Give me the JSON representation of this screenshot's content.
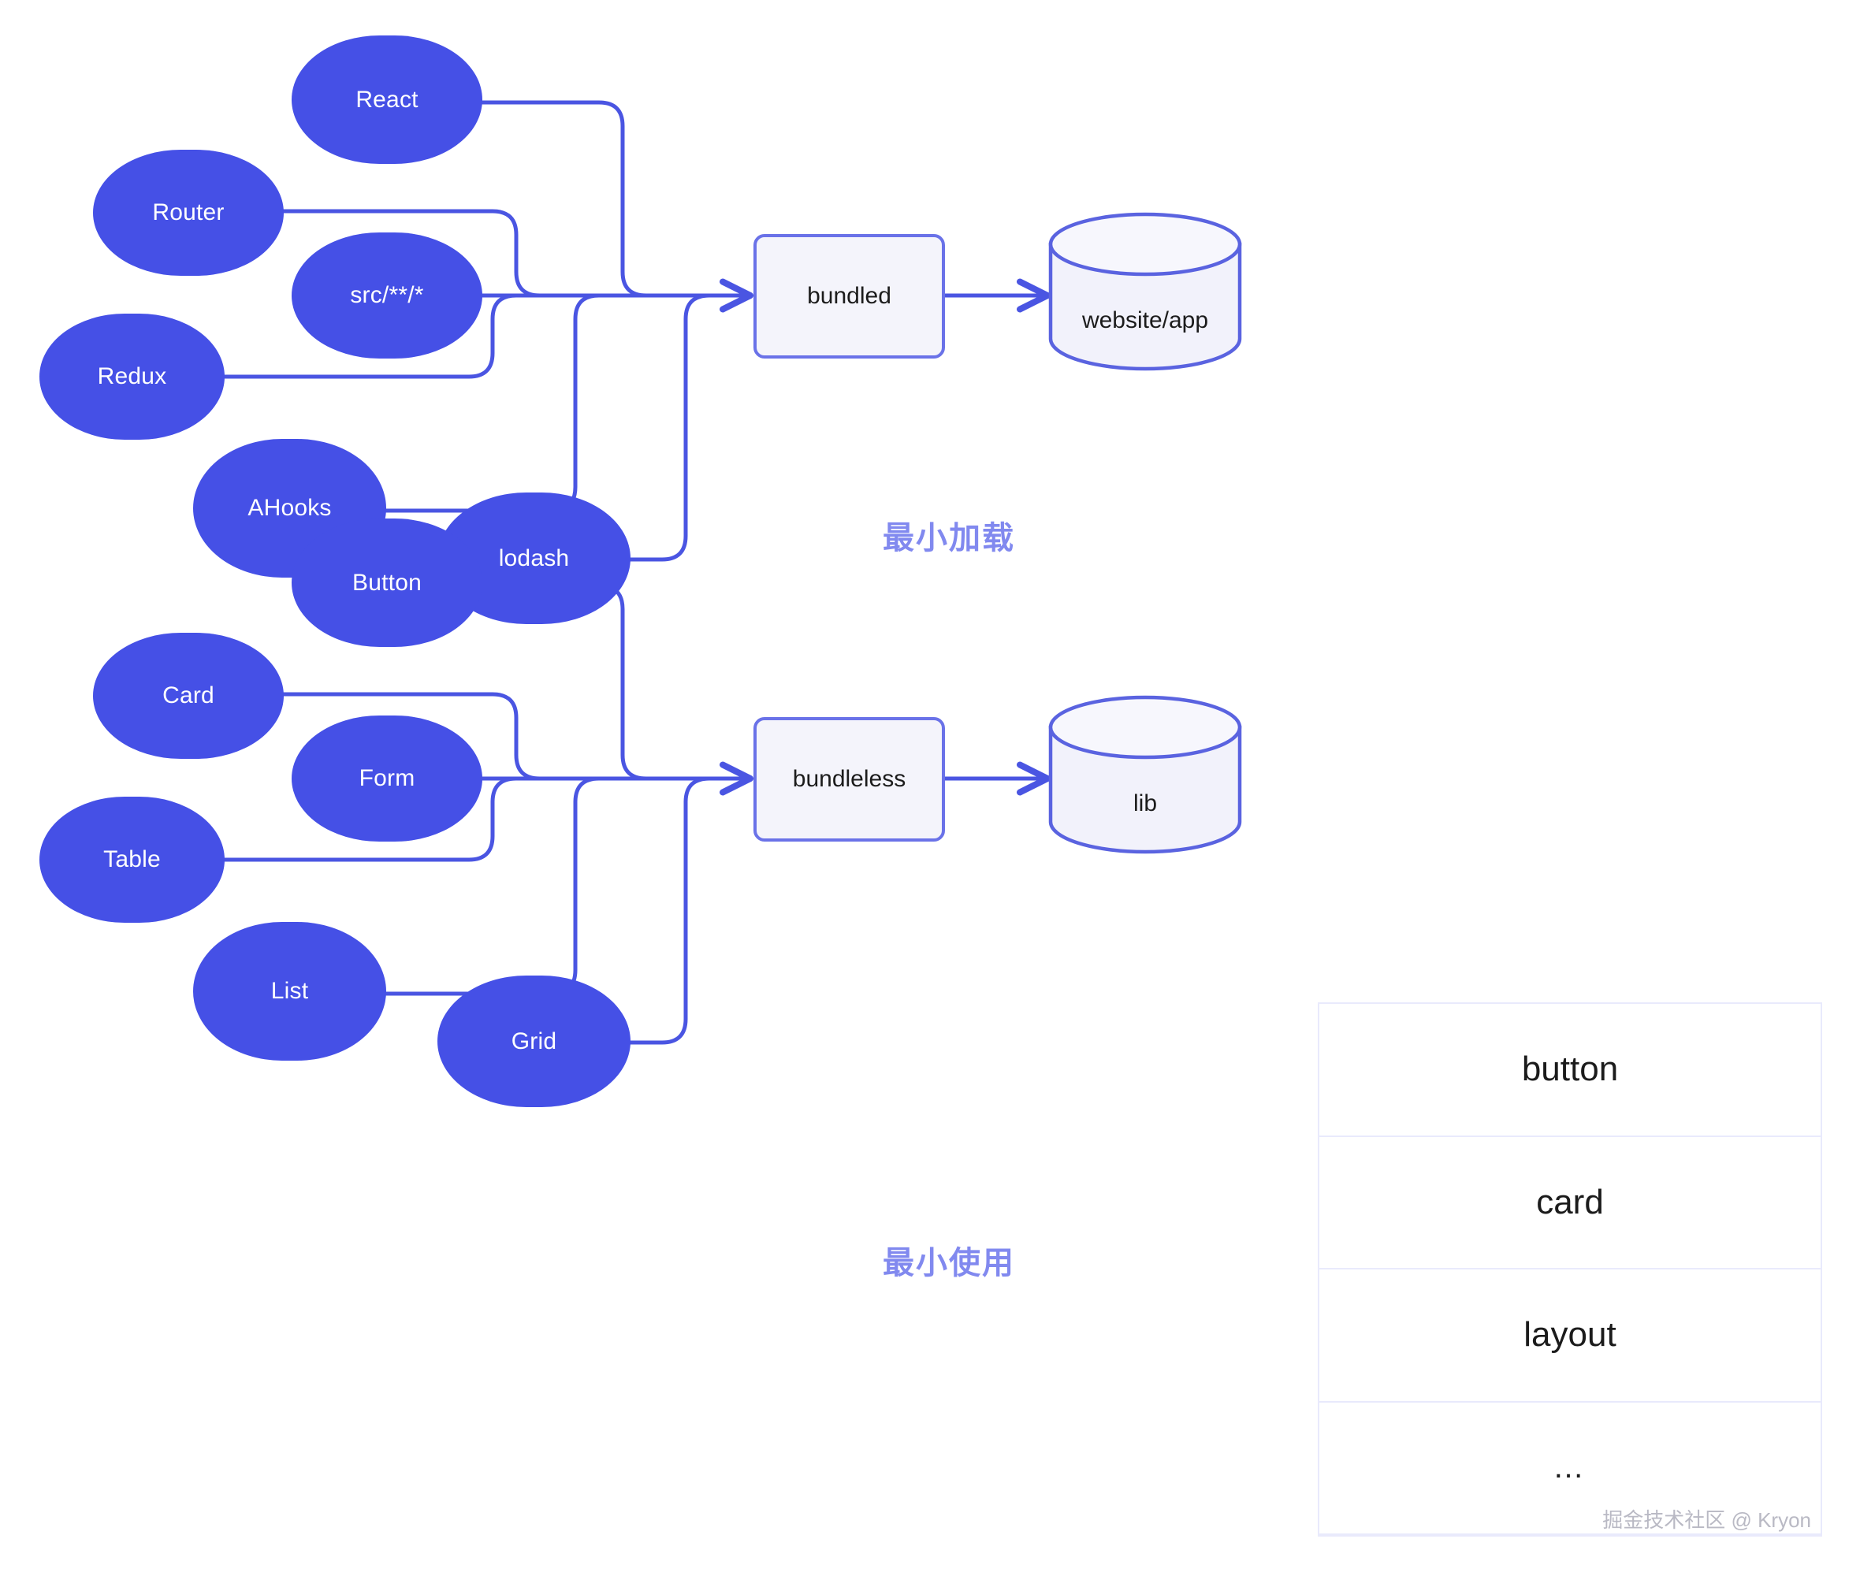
{
  "diagram": {
    "title": "bundled vs bundleless module loading diagram",
    "colors": {
      "node_fill": "#4550e6",
      "node_text": "#ffffff",
      "edge": "#4a55e2",
      "box_fill": "#f4f4fb",
      "box_border": "#6a72e8",
      "caption": "#8189ef",
      "table_border": "#e9eafc",
      "background": "#ffffff"
    },
    "sections": [
      {
        "id": "bundled",
        "caption": "最小加载",
        "source_nodes": [
          {
            "id": "react",
            "label": "React"
          },
          {
            "id": "router",
            "label": "Router"
          },
          {
            "id": "src",
            "label": "src/**/*"
          },
          {
            "id": "redux",
            "label": "Redux"
          },
          {
            "id": "ahooks",
            "label": "AHooks"
          },
          {
            "id": "lodash",
            "label": "lodash"
          }
        ],
        "process": {
          "id": "bundled-box",
          "label": "bundled"
        },
        "output": {
          "id": "website-app",
          "label": "website/app",
          "shape": "cylinder"
        }
      },
      {
        "id": "bundleless",
        "caption": "最小使用",
        "source_nodes": [
          {
            "id": "button",
            "label": "Button"
          },
          {
            "id": "card",
            "label": "Card"
          },
          {
            "id": "form",
            "label": "Form"
          },
          {
            "id": "table",
            "label": "Table"
          },
          {
            "id": "list",
            "label": "List"
          },
          {
            "id": "grid",
            "label": "Grid"
          }
        ],
        "process": {
          "id": "bundleless-box",
          "label": "bundleless"
        },
        "output": {
          "id": "lib",
          "label": "lib",
          "shape": "cylinder"
        }
      }
    ],
    "lib_table": {
      "rows": [
        {
          "label": "button"
        },
        {
          "label": "card"
        },
        {
          "label": "layout"
        },
        {
          "label": "…"
        }
      ]
    },
    "watermark": "掘金技术社区 @ Kryon"
  }
}
